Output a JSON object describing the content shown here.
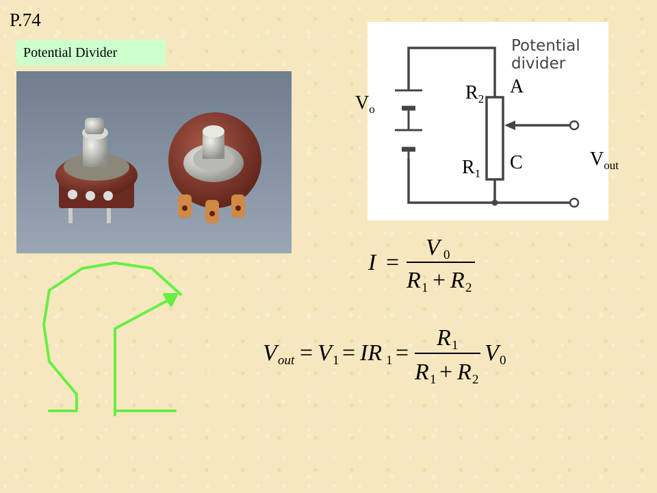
{
  "page": {
    "number": "P.74",
    "title": "Potential Divider"
  },
  "circuit": {
    "caption_line1": "Potential",
    "caption_line2": "divider",
    "labels": {
      "source": "V",
      "source_sub": "o",
      "r2": "R",
      "r2_sub": "2",
      "r1": "R",
      "r1_sub": "1",
      "a": "A",
      "c": "C",
      "vout": "V",
      "vout_sub": "out"
    }
  },
  "equations": {
    "current": {
      "lhs": "I",
      "equals": "=",
      "num": "V",
      "num_sub": "0",
      "den_a": "R",
      "den_a_sub": "1",
      "plus": "+",
      "den_b": "R",
      "den_b_sub": "2"
    },
    "vout": {
      "t1": "V",
      "t1_sub": "out",
      "eq1": "=",
      "t2": "V",
      "t2_sub": "1",
      "eq2": "=",
      "t3": "IR",
      "t3_sub": "1",
      "eq3": "=",
      "num": "R",
      "num_sub": "1",
      "den_a": "R",
      "den_a_sub": "1",
      "plus": "+",
      "den_b": "R",
      "den_b_sub": "2",
      "tail": "V",
      "tail_sub": "0"
    }
  },
  "colors": {
    "annotation": "#66ee44",
    "label_bg": "#ccffcc"
  }
}
